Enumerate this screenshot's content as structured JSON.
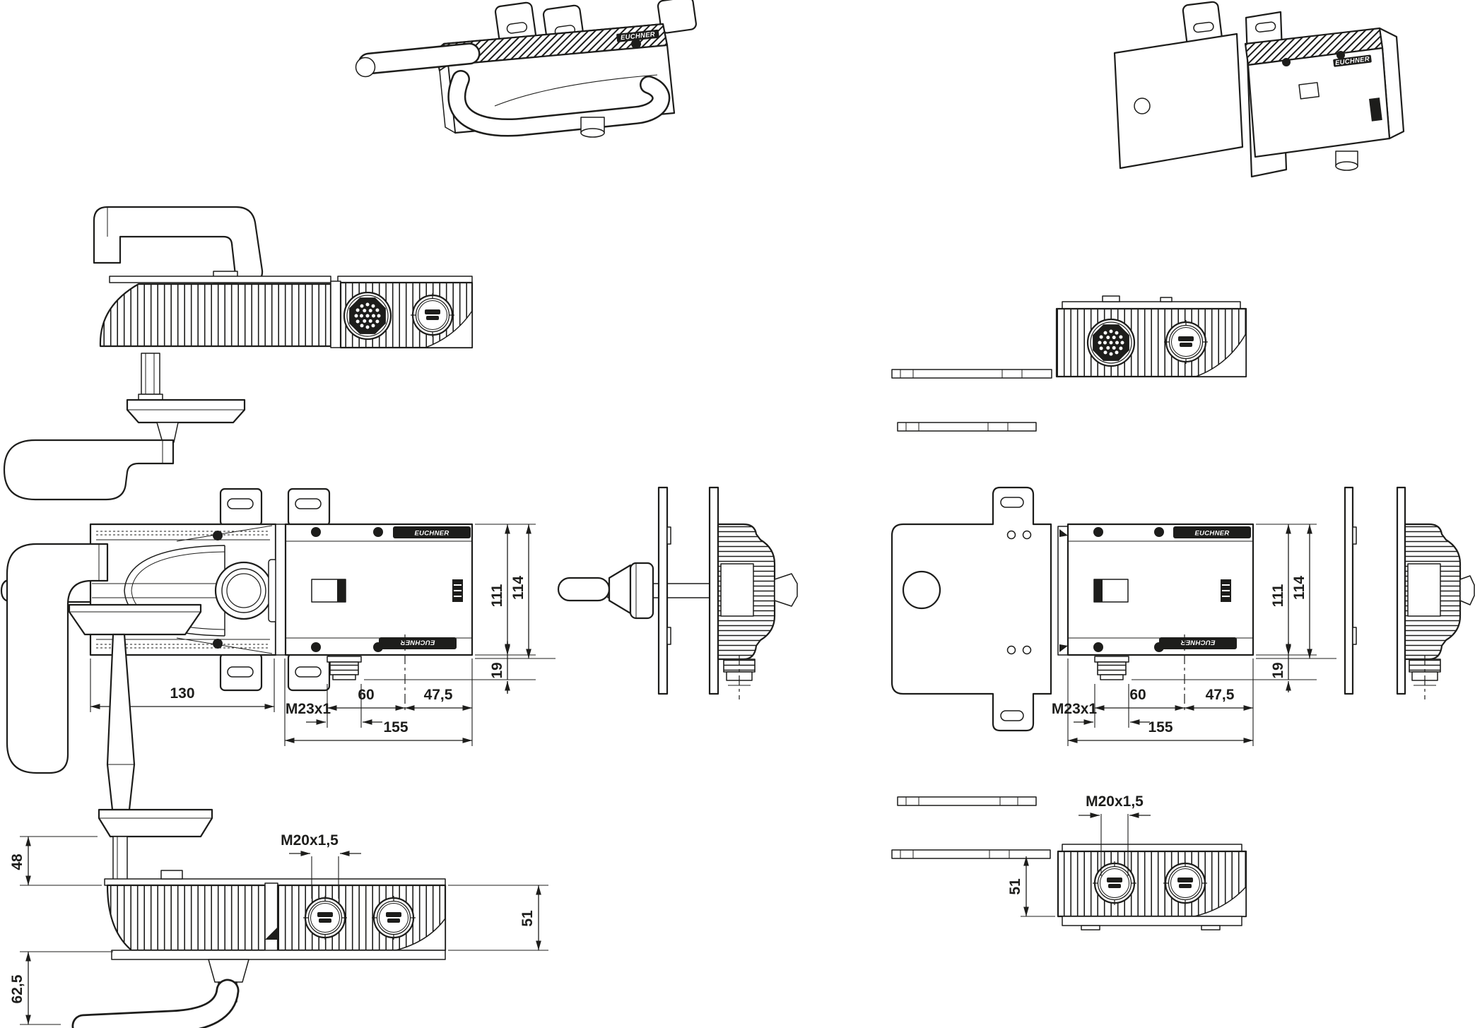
{
  "colors": {
    "line": "#1d1d1b",
    "background": "#ffffff"
  },
  "brand": "EUCHNER",
  "front_left": {
    "handle_width": "130",
    "thread": "M23x1",
    "conn_to_center": "60",
    "center_to_end": "47,5",
    "module_width": "155",
    "body_height": "111",
    "total_height": "114",
    "connector_height": "19"
  },
  "front_right": {
    "thread": "M23x1",
    "conn_to_center": "60",
    "center_to_end": "47,5",
    "module_width": "155",
    "body_height": "111",
    "total_height": "114",
    "connector_height": "19"
  },
  "bottom_left": {
    "shaft_length": "48",
    "lever_offset": "62,5",
    "cable_gland": "M20x1,5",
    "body_depth": "51"
  },
  "bottom_right": {
    "cable_gland": "M20x1,5",
    "body_depth": "51"
  }
}
